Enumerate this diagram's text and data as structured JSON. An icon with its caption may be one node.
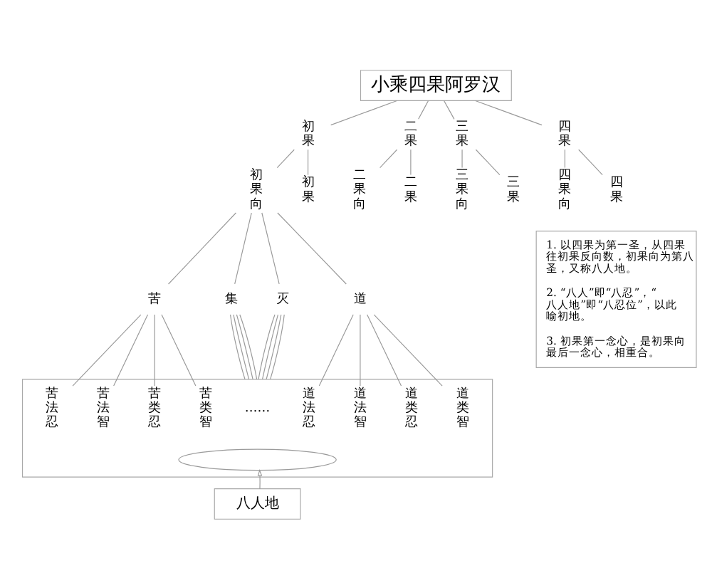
{
  "diagram": {
    "nodes": [
      {
        "text": [
          "小乘四果阿罗汉"
        ]
      },
      {
        "text": [
          "初果"
        ]
      },
      {
        "text": [
          "二果"
        ]
      },
      {
        "text": [
          "三果"
        ]
      },
      {
        "text": [
          "四果"
        ]
      },
      {
        "text": [
          "初果向"
        ]
      },
      {
        "text": [
          "初果"
        ]
      },
      {
        "text": [
          "二果向"
        ]
      },
      {
        "text": [
          "二果"
        ]
      },
      {
        "text": [
          "三果向"
        ]
      },
      {
        "text": [
          "三果"
        ]
      },
      {
        "text": [
          "四果向"
        ]
      },
      {
        "text": [
          "四果"
        ]
      },
      {
        "text": [
          "苦"
        ]
      },
      {
        "text": [
          "集"
        ]
      },
      {
        "text": [
          "灭"
        ]
      },
      {
        "text": [
          "道"
        ]
      },
      {
        "text": [],
        "shape": "box"
      },
      {
        "text": [
          "苦法忍"
        ],
        "in": 17
      },
      {
        "text": [
          "苦法智"
        ],
        "in": 17
      },
      {
        "text": [
          "苦类忍"
        ],
        "in": 17
      },
      {
        "text": [
          "苦类智"
        ],
        "in": 17
      },
      {
        "text": [
          "……"
        ],
        "in": 17
      },
      {
        "text": [
          "道法忍"
        ],
        "in": 17
      },
      {
        "text": [
          "道法智"
        ],
        "in": 17
      },
      {
        "text": [
          "道类忍"
        ],
        "in": 17
      },
      {
        "text": [
          "道类智"
        ],
        "in": 17
      },
      {
        "text": [],
        "shape": "ellipse",
        "in": 17
      },
      {
        "text": [
          "八人地"
        ]
      },
      {
        "text": [
          "1. 以四果为第一圣，从四果往初果反向数，初果向为第八圣，又称八人地。",
          "2. “八人”即“八忍”，“八人地”即“八忍位”，以此喻初地。",
          "3. 初果第一念心，是初果向最后一念心，相重合。"
        ]
      }
    ],
    "edges": [
      {
        "from": 0,
        "to": 1,
        "arrow": "none"
      },
      {
        "from": 0,
        "to": 2,
        "arrow": "none"
      },
      {
        "from": 0,
        "to": 3,
        "arrow": "none"
      },
      {
        "from": 0,
        "to": 4,
        "arrow": "none"
      },
      {
        "from": 1,
        "to": 5,
        "arrow": "none"
      },
      {
        "from": 1,
        "to": 6,
        "arrow": "none"
      },
      {
        "from": 2,
        "to": 7,
        "arrow": "none"
      },
      {
        "from": 2,
        "to": 8,
        "arrow": "none"
      },
      {
        "from": 3,
        "to": 9,
        "arrow": "none"
      },
      {
        "from": 3,
        "to": 10,
        "arrow": "none"
      },
      {
        "from": 4,
        "to": 11,
        "arrow": "none"
      },
      {
        "from": 4,
        "to": 12,
        "arrow": "none"
      },
      {
        "from": 5,
        "to": 13,
        "arrow": "none"
      },
      {
        "from": 5,
        "to": 14,
        "arrow": "none"
      },
      {
        "from": 5,
        "to": 15,
        "arrow": "none"
      },
      {
        "from": 5,
        "to": 16,
        "arrow": "none"
      },
      {
        "from": 13,
        "to": 18,
        "arrow": "none"
      },
      {
        "from": 13,
        "to": 19,
        "arrow": "none"
      },
      {
        "from": 13,
        "to": 20,
        "arrow": "none"
      },
      {
        "from": 13,
        "to": 21,
        "arrow": "none"
      },
      {
        "from": 14,
        "to": 17,
        "arrow": "none"
      },
      {
        "from": 14,
        "to": 17,
        "arrow": "none"
      },
      {
        "from": 14,
        "to": 17,
        "arrow": "none"
      },
      {
        "from": 14,
        "to": 17,
        "arrow": "none"
      },
      {
        "from": 15,
        "to": 17,
        "arrow": "none"
      },
      {
        "from": 15,
        "to": 17,
        "arrow": "none"
      },
      {
        "from": 15,
        "to": 17,
        "arrow": "none"
      },
      {
        "from": 15,
        "to": 17,
        "arrow": "none"
      },
      {
        "from": 16,
        "to": 23,
        "arrow": "none"
      },
      {
        "from": 16,
        "to": 24,
        "arrow": "none"
      },
      {
        "from": 16,
        "to": 25,
        "arrow": "none"
      },
      {
        "from": 16,
        "to": 26,
        "arrow": "none"
      },
      {
        "from": 28,
        "to": 27,
        "arrow": "to"
      }
    ]
  }
}
